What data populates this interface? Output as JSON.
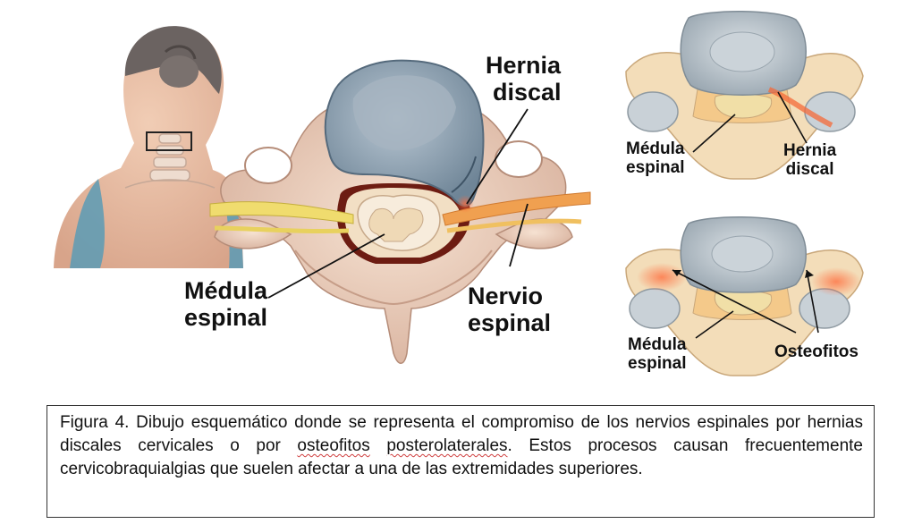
{
  "main_figure": {
    "label_hernia": "Hernia\ndiscal",
    "label_hernia_line1": "Hernia",
    "label_hernia_line2": "discal",
    "label_medula_line1": "Médula",
    "label_medula_line2": "espinal",
    "label_nervio_line1": "Nervio",
    "label_nervio_line2": "espinal"
  },
  "top_right_figure": {
    "label_medula_line1": "Médula",
    "label_medula_line2": "espinal",
    "label_hernia_line1": "Hernia",
    "label_hernia_line2": "discal"
  },
  "bottom_right_figure": {
    "label_medula_line1": "Médula",
    "label_medula_line2": "espinal",
    "label_osteofitos": "Osteofitos"
  },
  "caption": {
    "figure_label": "Figura 4",
    "text_part1": ". Dibujo esquemático donde se representa el compromiso de los nervios espinales por hernias discales cervicales o por ",
    "highlight1": "osteofitos",
    "space": " ",
    "highlight2": "posterolaterales",
    "text_part2": ". Estos procesos causan frecuentemente cervicobraquialgias que suelen afectar a una de las extremidades superiores."
  }
}
